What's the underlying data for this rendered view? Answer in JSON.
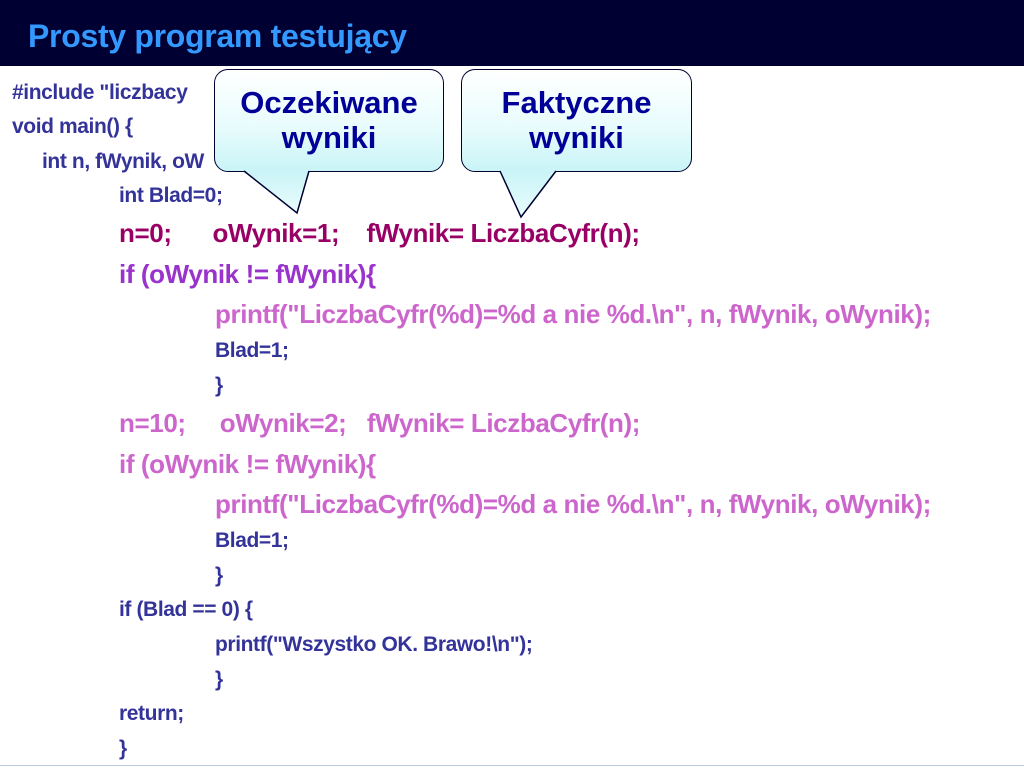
{
  "slide": {
    "title": "Prosty program testujący"
  },
  "code_lines": [
    "#include \"liczbacy",
    "void main() {",
    "int n, fWynik, oW",
    "int Blad=0;",
    "n=0;      oWynik=1;    fWynik= LiczbaCyfr(n);",
    "if (oWynik != fWynik){",
    "printf(\"LiczbaCyfr(%d)=%d a nie %d.\\n\", n, fWynik, oWynik);",
    "Blad=1;",
    "}",
    "n=10;     oWynik=2;   fWynik= LiczbaCyfr(n);",
    "if (oWynik != fWynik){",
    "printf(\"LiczbaCyfr(%d)=%d a nie %d.\\n\", n, fWynik, oWynik);",
    "Blad=1;",
    "}",
    "if (Blad == 0) {",
    "printf(\"Wszystko OK. Brawo!\\n\");",
    "}",
    "return;",
    "}"
  ],
  "callouts": {
    "expected": {
      "line1": "Oczekiwane",
      "line2": "wyniki"
    },
    "actual": {
      "line1": "Faktyczne",
      "line2": "wyniki"
    }
  },
  "colors": {
    "title_bar": "#000033",
    "title_text": "#3399ff",
    "code_small": "#333399",
    "code_highlight": "#990066",
    "code_purple": "#9933cc",
    "code_pink": "#cc66cc",
    "callout_text": "#000099"
  }
}
